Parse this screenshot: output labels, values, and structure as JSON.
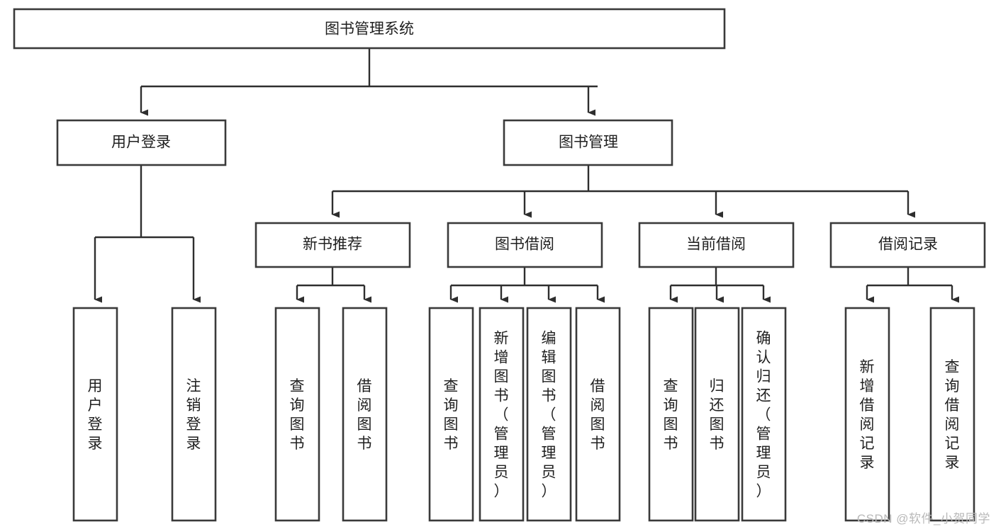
{
  "diagram": {
    "title": "图书管理系统",
    "type": "hierarchy-tree",
    "watermark": "CSDN @软件_小贺同学",
    "colors": {
      "box_stroke": "#3a3a3a",
      "connector": "#2e2e2e",
      "box_fill": "#ffffff",
      "text": "#1f1f1f",
      "watermark": "#b9b9b9",
      "background": "#ffffff"
    },
    "levels": {
      "root": {
        "label": "图书管理系统"
      },
      "level2": [
        {
          "id": "user-login",
          "label": "用户登录"
        },
        {
          "id": "book-management",
          "label": "图书管理"
        }
      ],
      "level3": [
        {
          "id": "new-book-recommend",
          "label": "新书推荐",
          "parent": "book-management"
        },
        {
          "id": "book-borrow",
          "label": "图书借阅",
          "parent": "book-management"
        },
        {
          "id": "current-borrow",
          "label": "当前借阅",
          "parent": "book-management"
        },
        {
          "id": "borrow-record",
          "label": "借阅记录",
          "parent": "book-management"
        }
      ],
      "leaves": [
        {
          "id": "leaf-user-login",
          "label": "用户登录",
          "parent": "user-login"
        },
        {
          "id": "leaf-logout-login",
          "label": "注销登录",
          "parent": "user-login"
        },
        {
          "id": "leaf-query-book-1",
          "label": "查询图书",
          "parent": "new-book-recommend"
        },
        {
          "id": "leaf-borrow-book-1",
          "label": "借阅图书",
          "parent": "new-book-recommend"
        },
        {
          "id": "leaf-query-book-2",
          "label": "查询图书",
          "parent": "book-borrow"
        },
        {
          "id": "leaf-add-book",
          "label": "新增图书（管理员）",
          "parent": "book-borrow"
        },
        {
          "id": "leaf-edit-book",
          "label": "编辑图书（管理员）",
          "parent": "book-borrow"
        },
        {
          "id": "leaf-borrow-book-2",
          "label": "借阅图书",
          "parent": "book-borrow"
        },
        {
          "id": "leaf-query-book-3",
          "label": "查询图书",
          "parent": "current-borrow"
        },
        {
          "id": "leaf-return-book",
          "label": "归还图书",
          "parent": "current-borrow"
        },
        {
          "id": "leaf-confirm-return",
          "label": "确认归还（管理员）",
          "parent": "current-borrow"
        },
        {
          "id": "leaf-add-record",
          "label": "新增借阅记录",
          "parent": "borrow-record"
        },
        {
          "id": "leaf-query-record",
          "label": "查询借阅记录",
          "parent": "borrow-record"
        }
      ]
    }
  }
}
